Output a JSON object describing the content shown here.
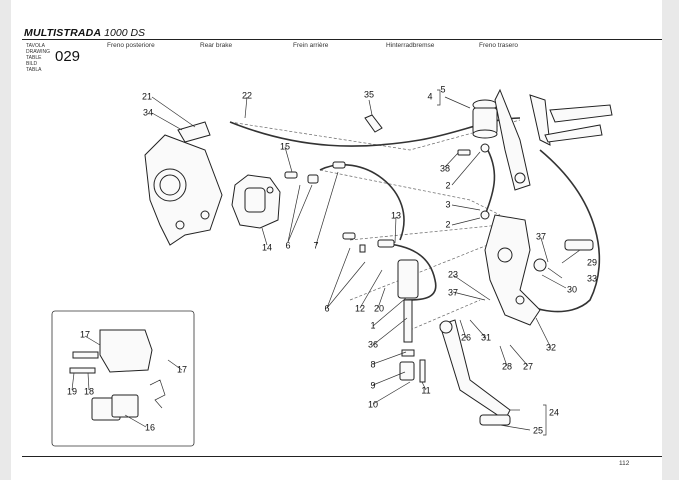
{
  "header": {
    "brand": "MULTISTRADA",
    "model": "1000 DS",
    "table_labels": [
      "TAVOLA",
      "DRAWING",
      "TABLE",
      "BILD",
      "TABLA"
    ],
    "table_number": "029",
    "titles": [
      "Freno posteriore",
      "Rear brake",
      "Frein arrière",
      "Hinterradbremse",
      "Freno trasero"
    ]
  },
  "callouts": {
    "c21": "21",
    "c22": "22",
    "c34": "34",
    "c35": "35",
    "c4": "4",
    "c5": "5",
    "c38": "38",
    "c2a": "2",
    "c3": "3",
    "c2b": "2",
    "c15": "15",
    "c14": "14",
    "c6a": "6",
    "c7": "7",
    "c13": "13",
    "c37a": "37",
    "c29": "29",
    "c33": "33",
    "c30": "30",
    "c23": "23",
    "c37b": "37",
    "c6b": "6",
    "c12": "12",
    "c20": "20",
    "c1": "1",
    "c36": "36",
    "c8": "8",
    "c9": "9",
    "c10": "10",
    "c11": "11",
    "c26": "26",
    "c31": "31",
    "c32": "32",
    "c28": "28",
    "c27": "27",
    "c24": "24",
    "c25": "25",
    "i17a": "17",
    "i17b": "17",
    "i18": "18",
    "i19": "19",
    "i16": "16"
  },
  "footer": {
    "page": "112"
  }
}
